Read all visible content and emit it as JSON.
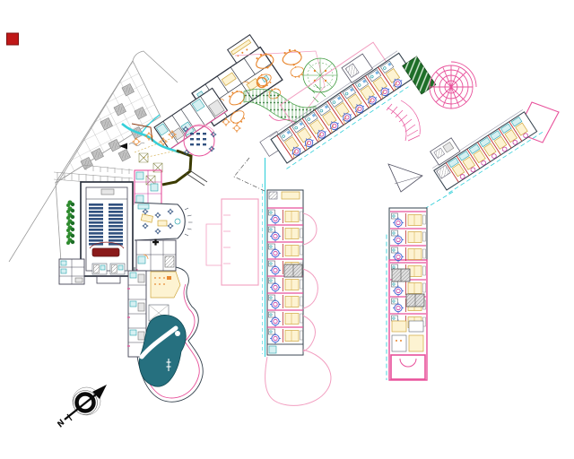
{
  "compass": {
    "label": "N"
  },
  "palette": {
    "magenta": "#e8509a",
    "pink": "#f29ec0",
    "cyan": "#35d0da",
    "teal": "#2aa4ae",
    "navy": "#31517f",
    "cream": "#fdf3d2",
    "gold": "#cfa63e",
    "orange": "#e8872f",
    "green": "#3f9b3f",
    "green_dark": "#1e6e28",
    "red": "#c03030",
    "maroon": "#8a1a1a",
    "gray": "#9a9a9a",
    "dark": "#2e3440",
    "pool": "#26707f",
    "marker_red": "#c01818"
  },
  "counts": {
    "wing_north_rooms": 9,
    "wing_east_rooms": 7,
    "wing_center_rooms": 8,
    "wing_south_rooms": 7,
    "conference_seat_rows": 12,
    "conference_seat_columns": 2,
    "garden_bushes": 7,
    "parking_pads": 9
  }
}
